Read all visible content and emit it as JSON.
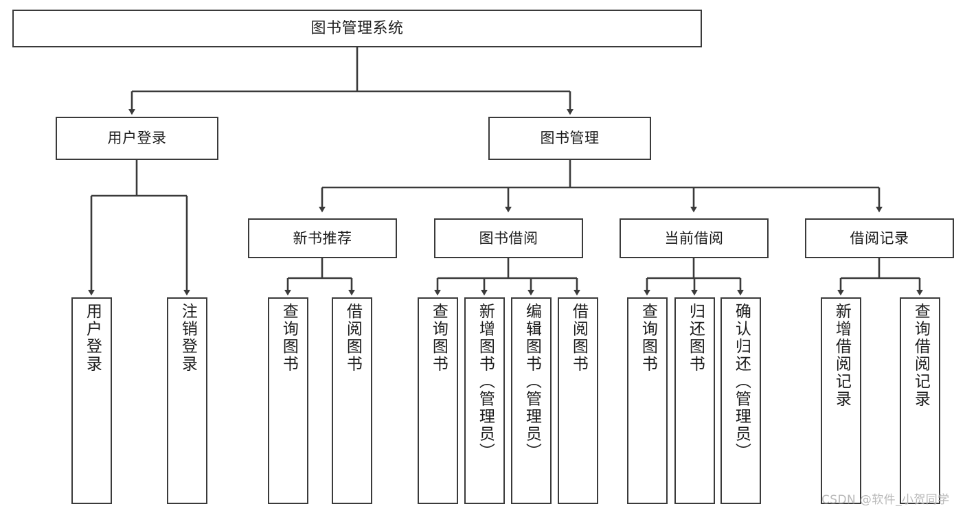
{
  "diagram": {
    "title": "图书管理系统",
    "type": "tree-structure-chart",
    "root": {
      "id": "root",
      "label": "图书管理系统"
    },
    "level2": [
      {
        "id": "user-login",
        "label": "用户登录"
      },
      {
        "id": "book-management",
        "label": "图书管理"
      }
    ],
    "level3": [
      {
        "id": "new-book-recommend",
        "label": "新书推荐"
      },
      {
        "id": "book-borrow",
        "label": "图书借阅"
      },
      {
        "id": "current-borrow",
        "label": "当前借阅"
      },
      {
        "id": "borrow-record",
        "label": "借阅记录"
      }
    ],
    "leaves": {
      "user_login": [
        {
          "id": "leaf-user-login",
          "label": "用户登录"
        },
        {
          "id": "leaf-logout-login",
          "label": "注销登录"
        }
      ],
      "new_book_recommend": [
        {
          "id": "leaf-query-book-1",
          "label": "查询图书"
        },
        {
          "id": "leaf-borrow-book-1",
          "label": "借阅图书"
        }
      ],
      "book_borrow": [
        {
          "id": "leaf-query-book-2",
          "label": "查询图书"
        },
        {
          "id": "leaf-add-book-admin",
          "label": "新增图书（管理员）"
        },
        {
          "id": "leaf-edit-book-admin",
          "label": "编辑图书（管理员）"
        },
        {
          "id": "leaf-borrow-book-2",
          "label": "借阅图书"
        }
      ],
      "current_borrow": [
        {
          "id": "leaf-query-book-3",
          "label": "查询图书"
        },
        {
          "id": "leaf-return-book",
          "label": "归还图书"
        },
        {
          "id": "leaf-confirm-return-admin",
          "label": "确认归还（管理员）"
        }
      ],
      "borrow_record": [
        {
          "id": "leaf-add-borrow-record",
          "label": "新增借阅记录"
        },
        {
          "id": "leaf-query-borrow-record",
          "label": "查询借阅记录"
        }
      ]
    }
  },
  "watermark": {
    "text": "CSDN @软件_小贺同学"
  },
  "colors": {
    "box_border": "#3a3a3a",
    "connector": "#3a3a3a",
    "text": "#1c1c1c",
    "background": "#ffffff",
    "watermark": "#b9b9b9"
  }
}
